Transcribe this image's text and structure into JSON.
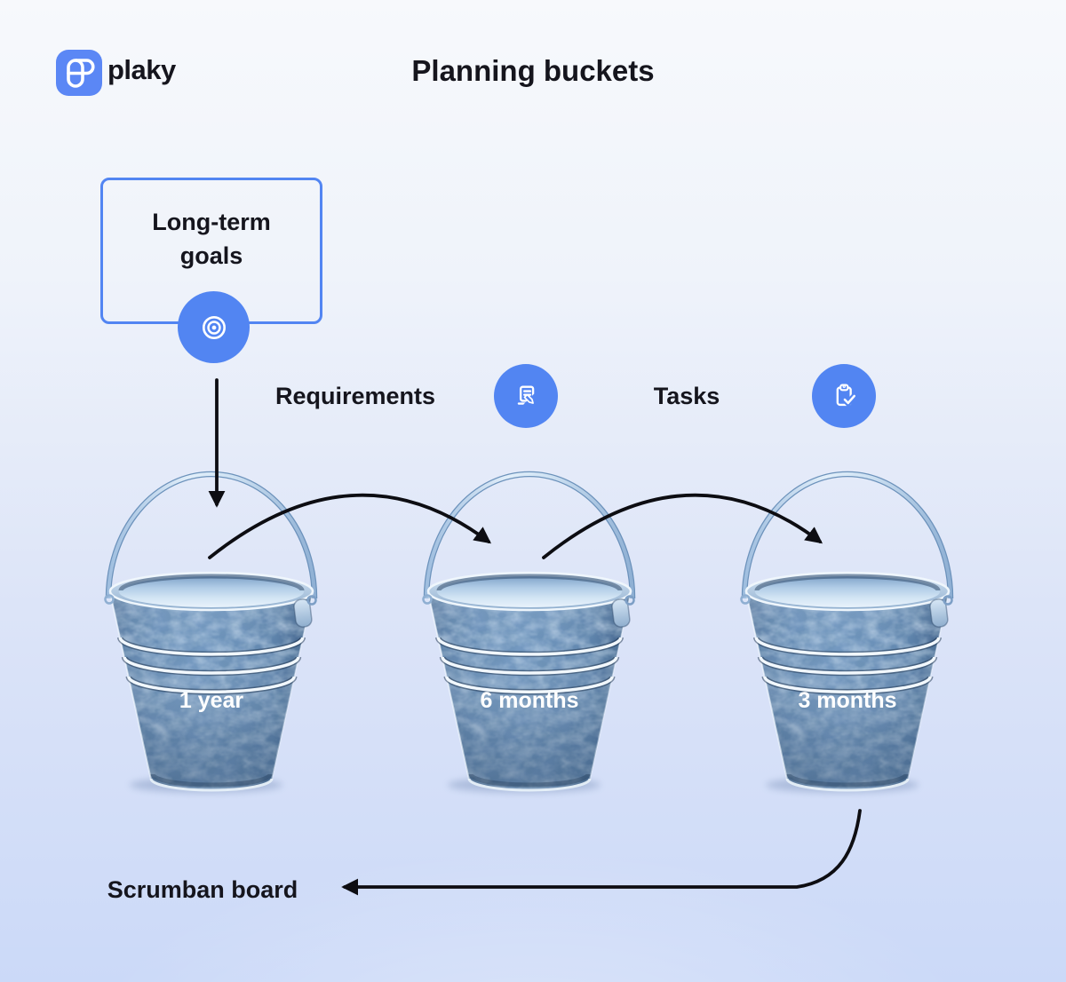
{
  "title": "Planning buckets",
  "brand": {
    "name": "plaky",
    "logo_icon": "plaky-logo-icon"
  },
  "goal_box": {
    "label": "Long-term goals",
    "icon": "target-icon"
  },
  "flow_labels": {
    "requirements": "Requirements",
    "tasks": "Tasks",
    "scrumban": "Scrumban board"
  },
  "buckets": [
    {
      "label": "1 year"
    },
    {
      "label": "6 months"
    },
    {
      "label": "3 months"
    }
  ],
  "icons": {
    "goal": "target-icon",
    "requirements": "document-edit-icon",
    "tasks": "clipboard-check-icon"
  },
  "colors": {
    "accent_blue": "#5285F2",
    "logo_blue": "#5B87F5",
    "background_top": "#F7F9FC",
    "background_bottom": "#CBD9F8",
    "bucket_steel": "#6B90B9",
    "arrow_black": "#0D0D12",
    "text_dark": "#15151D"
  }
}
